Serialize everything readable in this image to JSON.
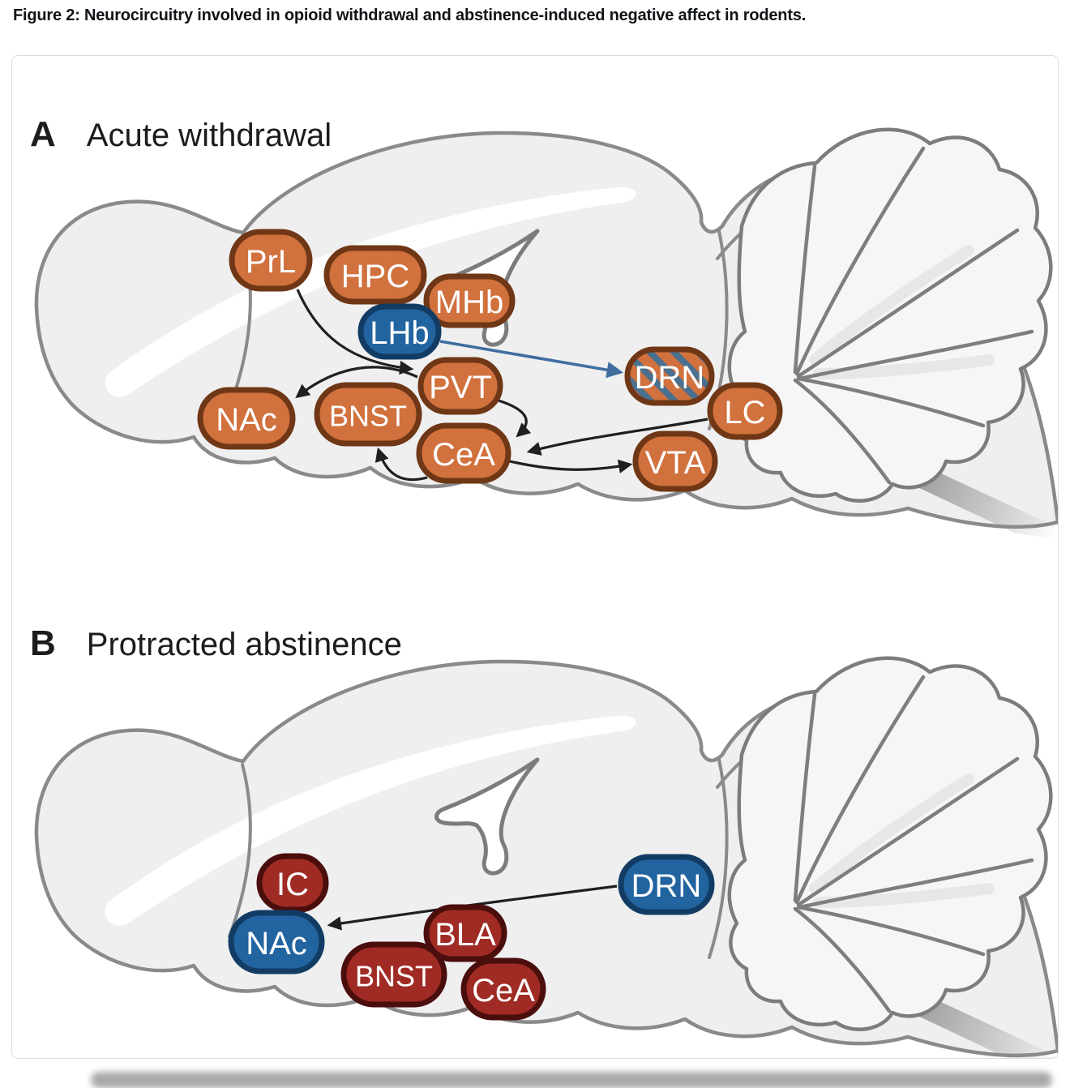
{
  "figure": {
    "caption": "Figure 2: Neurocircuitry involved in opioid withdrawal and abstinence-induced negative affect in rodents."
  },
  "colors": {
    "node_orange": "#d1713d",
    "node_orange_border": "#6f3715",
    "node_blue": "#2164a0",
    "node_blue_border": "#123c64",
    "node_red": "#9f2b24",
    "node_red_border": "#4a0e0c",
    "hatch_stripe_blue": "#49708f",
    "arrow_black": "#1f1f1f",
    "arrow_blue": "#3f6d9f",
    "brain_fill": "#efeff0",
    "brain_outline": "#8a8a8a"
  },
  "panels": {
    "a": {
      "letter": "A",
      "title": "Acute withdrawal",
      "nodes": [
        {
          "label": "PrL",
          "style": "orange"
        },
        {
          "label": "HPC",
          "style": "orange"
        },
        {
          "label": "MHb",
          "style": "orange"
        },
        {
          "label": "LHb",
          "style": "blue"
        },
        {
          "label": "PVT",
          "style": "orange"
        },
        {
          "label": "NAc",
          "style": "orange"
        },
        {
          "label": "BNST",
          "style": "orange"
        },
        {
          "label": "CeA",
          "style": "orange"
        },
        {
          "label": "DRN",
          "style": "orange-blue-hatched"
        },
        {
          "label": "LC",
          "style": "orange"
        },
        {
          "label": "VTA",
          "style": "orange"
        }
      ],
      "connections": [
        {
          "from": "PrL",
          "to": "PVT",
          "color": "black"
        },
        {
          "from": "PVT",
          "to": "NAc",
          "color": "black"
        },
        {
          "from": "PVT",
          "to": "CeA",
          "color": "black"
        },
        {
          "from": "CeA",
          "to": "BNST",
          "color": "black"
        },
        {
          "from": "LC",
          "to": "CeA",
          "color": "black"
        },
        {
          "from": "CeA",
          "to": "VTA",
          "color": "black"
        },
        {
          "from": "LHb",
          "to": "DRN",
          "color": "blue"
        }
      ]
    },
    "b": {
      "letter": "B",
      "title": "Protracted abstinence",
      "nodes": [
        {
          "label": "IC",
          "style": "red"
        },
        {
          "label": "NAc",
          "style": "blue"
        },
        {
          "label": "BLA",
          "style": "red"
        },
        {
          "label": "BNST",
          "style": "red"
        },
        {
          "label": "CeA",
          "style": "red"
        },
        {
          "label": "DRN",
          "style": "blue"
        }
      ],
      "connections": [
        {
          "from": "DRN",
          "to": "NAc",
          "color": "black"
        }
      ]
    }
  }
}
